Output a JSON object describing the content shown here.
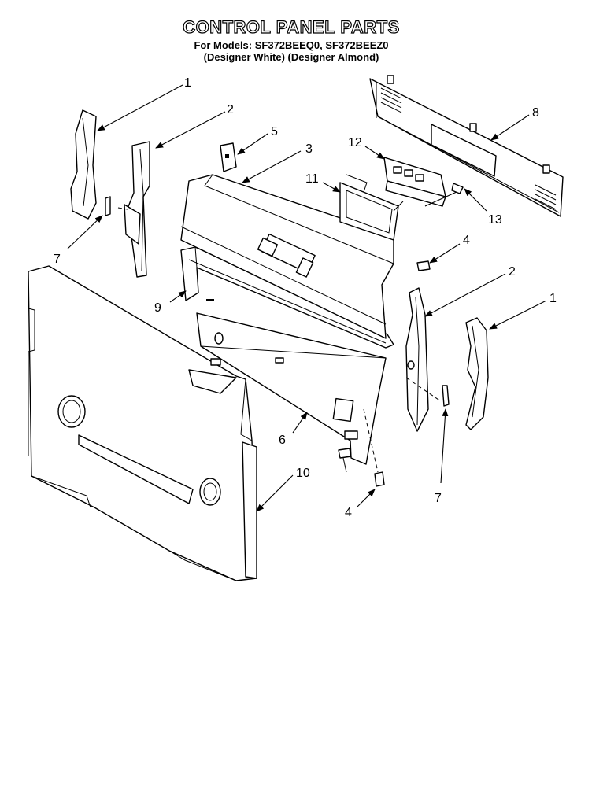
{
  "header": {
    "title": "CONTROL PANEL PARTS",
    "models": "For Models: SF372BEEQ0, SF372BEEZ0",
    "finishes": "(Designer White)  (Designer Almond)"
  },
  "callouts": [
    {
      "id": "c1a",
      "label": "1"
    },
    {
      "id": "c2a",
      "label": "2"
    },
    {
      "id": "c5",
      "label": "5"
    },
    {
      "id": "c3",
      "label": "3"
    },
    {
      "id": "c12",
      "label": "12"
    },
    {
      "id": "c8",
      "label": "8"
    },
    {
      "id": "c11",
      "label": "11"
    },
    {
      "id": "c13",
      "label": "13"
    },
    {
      "id": "c7a",
      "label": "7"
    },
    {
      "id": "c4a",
      "label": "4"
    },
    {
      "id": "c2b",
      "label": "2"
    },
    {
      "id": "c9",
      "label": "9"
    },
    {
      "id": "c1b",
      "label": "1"
    },
    {
      "id": "c6",
      "label": "6"
    },
    {
      "id": "c10",
      "label": "10"
    },
    {
      "id": "c7b",
      "label": "7"
    },
    {
      "id": "c4b",
      "label": "4"
    }
  ]
}
